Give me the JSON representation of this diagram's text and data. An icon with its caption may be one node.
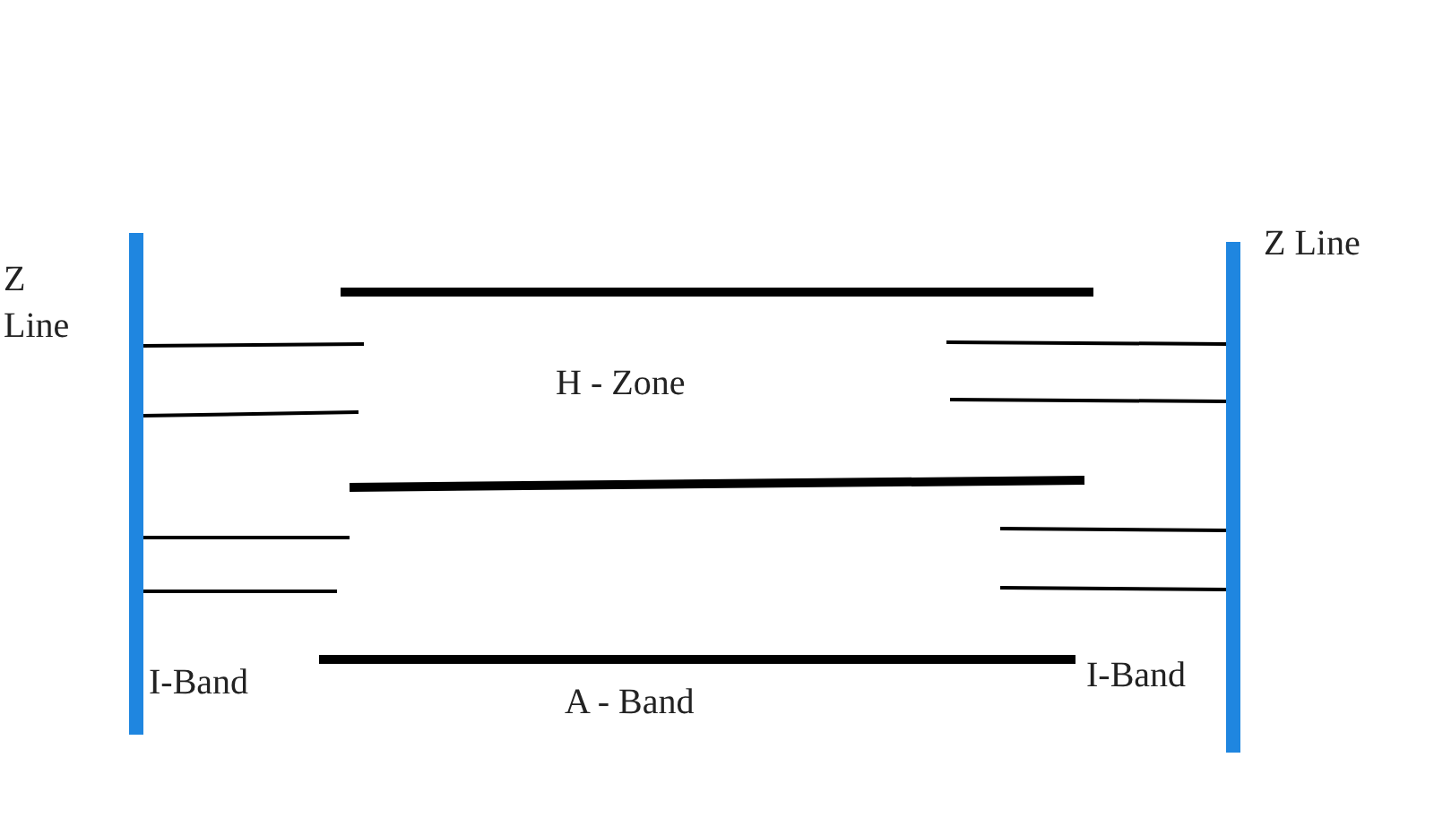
{
  "diagram": {
    "labels": [
      "Z Line",
      "Z Line",
      "H - Zone",
      "I-Band",
      "I-Band",
      "A - Band"
    ]
  }
}
